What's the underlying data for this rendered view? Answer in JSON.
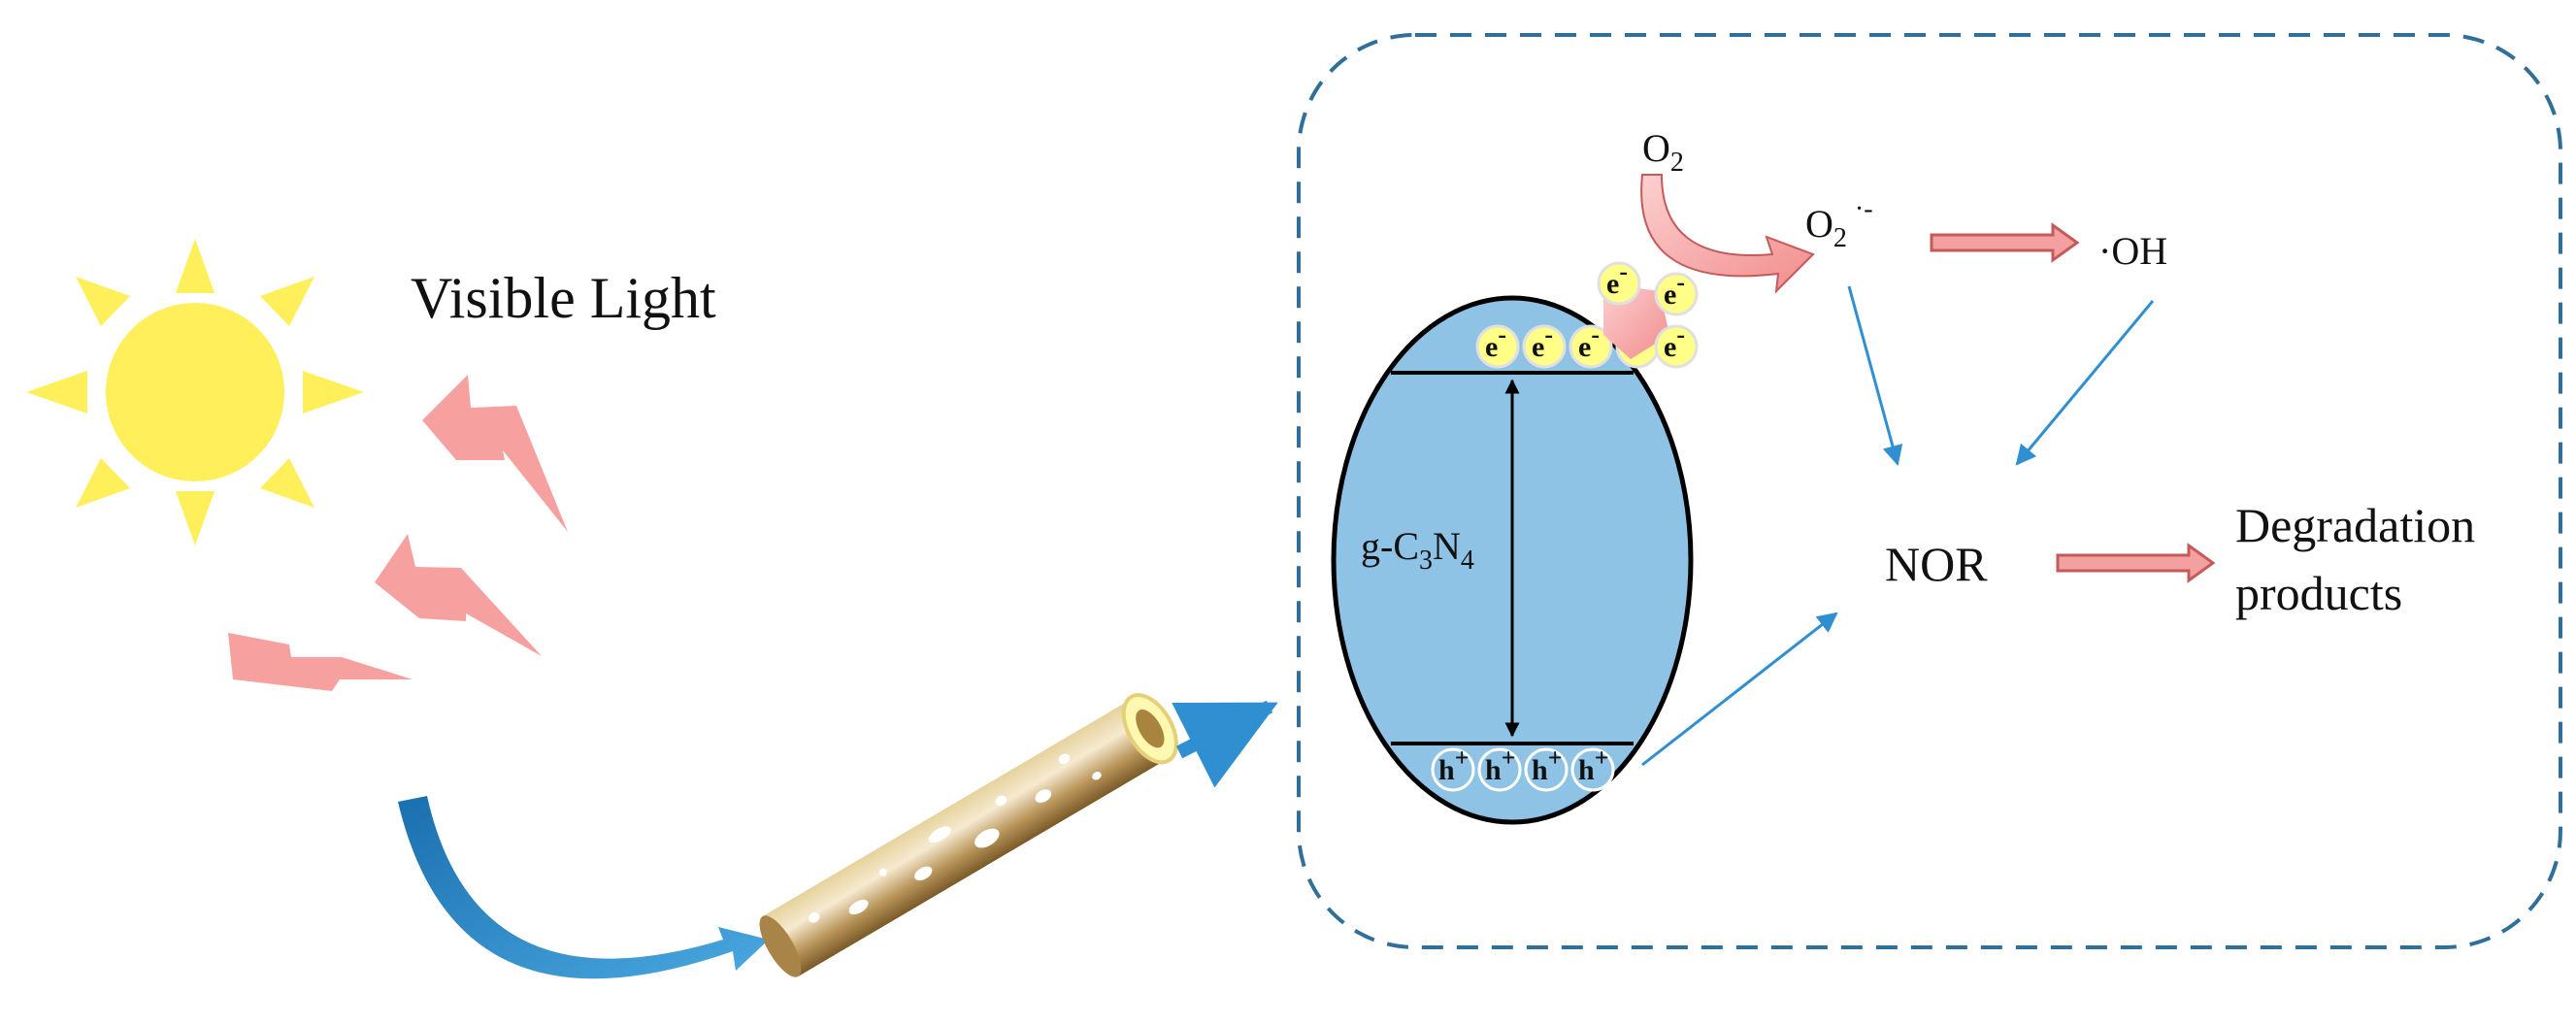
{
  "labels": {
    "visible_light": "Visible Light",
    "catalyst": {
      "prefix": "g-C",
      "sub1": "3",
      "mid": "N",
      "sub2": "4"
    },
    "oxygen": {
      "base": "O",
      "sub": "2"
    },
    "superoxide": {
      "base": "O",
      "sub": "2",
      "sup": "·-"
    },
    "hydroxyl": "·OH",
    "pollutant": "NOR",
    "products_line1": "Degradation",
    "products_line2": "products"
  },
  "carriers": {
    "electron": {
      "base": "e",
      "sup": "-"
    },
    "hole": {
      "base": "h",
      "sup": "+"
    }
  },
  "colors": {
    "sun": "#ffef5a",
    "light_bolt": "#f7a0a0",
    "particle": "#8ec3e6",
    "dashed_border": "#2f6f9a",
    "blue_arrow": "#2f8fd0",
    "pink_arrow": "#f5a0a0",
    "curved_arrow": "#1f7fc0",
    "fiber": "#c9a86a"
  }
}
